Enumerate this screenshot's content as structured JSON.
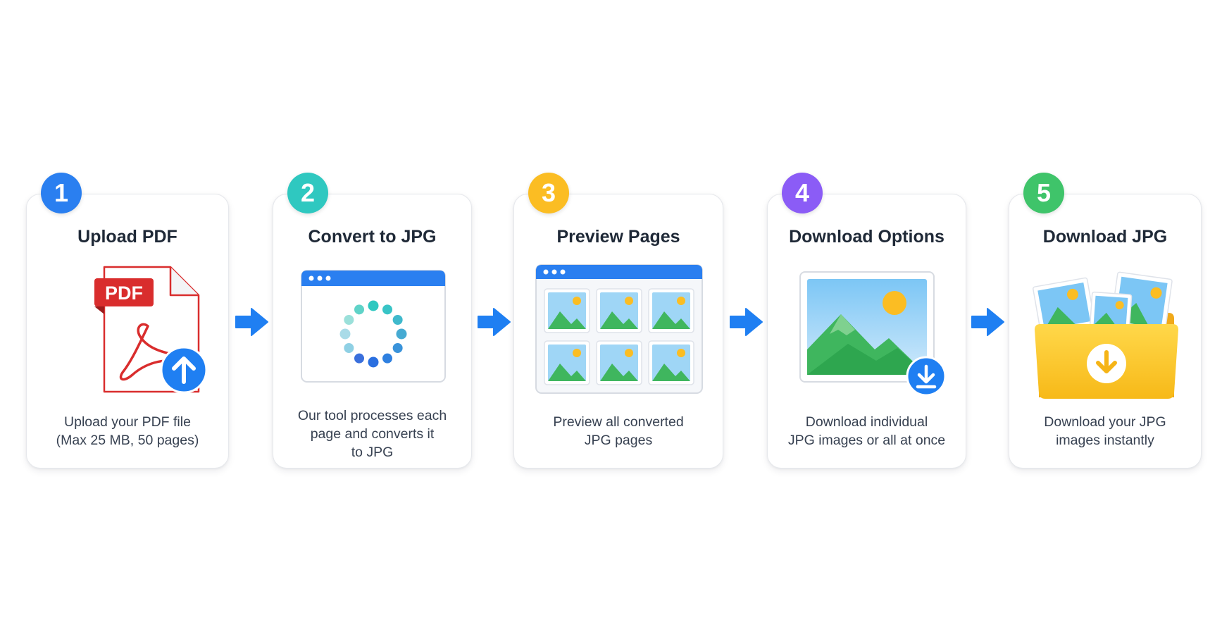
{
  "colors": {
    "step1": "#2a7ff0",
    "step2": "#2fc8c0",
    "step3": "#fbbd23",
    "step4": "#8b5cf6",
    "step5": "#3fc46a",
    "arrow": "#1f7ff2",
    "pdf_red": "#d92d2d"
  },
  "steps": [
    {
      "number": "1",
      "title": "Upload PDF",
      "desc_lines": [
        "Upload your PDF file",
        "(Max 25 MB, 50 pages)"
      ],
      "icon": "pdf-upload-icon",
      "pdf_label": "PDF"
    },
    {
      "number": "2",
      "title": "Convert to JPG",
      "desc_lines": [
        "Our tool processes each",
        "page and converts it",
        "to JPG"
      ],
      "icon": "converting-spinner-icon"
    },
    {
      "number": "3",
      "title": "Preview Pages",
      "desc_lines": [
        "Preview all converted",
        "JPG pages"
      ],
      "icon": "image-grid-preview-icon"
    },
    {
      "number": "4",
      "title": "Download Options",
      "desc_lines": [
        "Download individual",
        "JPG images or all at once"
      ],
      "icon": "image-download-icon"
    },
    {
      "number": "5",
      "title": "Download JPG",
      "desc_lines": [
        "Download your JPG",
        "images instantly"
      ],
      "icon": "folder-download-icon"
    }
  ]
}
